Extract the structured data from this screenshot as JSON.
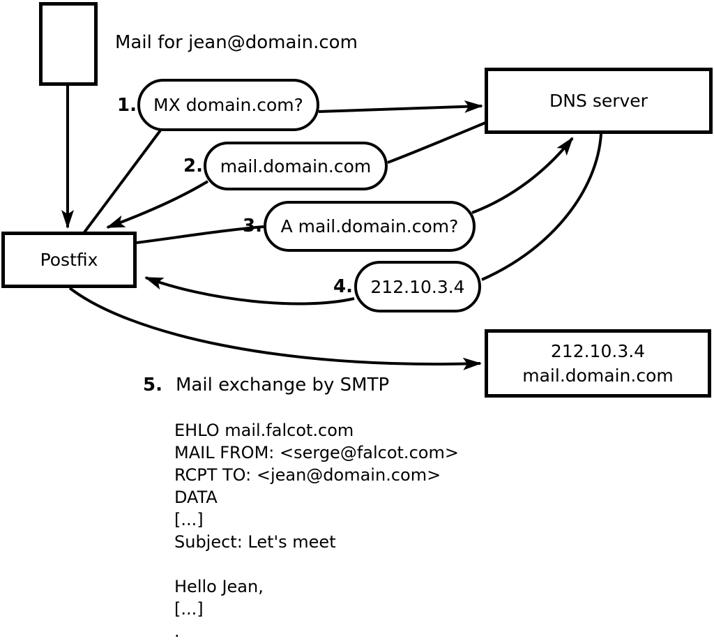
{
  "title_label": "Mail for jean@domain.com",
  "nodes": {
    "postfix": "Postfix",
    "dns_server": "DNS server",
    "mail_server_line1": "212.10.3.4",
    "mail_server_line2": "mail.domain.com"
  },
  "steps": [
    {
      "number": "1.",
      "label": "MX domain.com?"
    },
    {
      "number": "2.",
      "label": "mail.domain.com"
    },
    {
      "number": "3.",
      "label": "A mail.domain.com?"
    },
    {
      "number": "4.",
      "label": "212.10.3.4"
    },
    {
      "number": "5.",
      "label": "Mail exchange by SMTP"
    }
  ],
  "smtp_session": {
    "lines": [
      "EHLO mail.falcot.com",
      "MAIL FROM: <serge@falcot.com>",
      "RCPT TO: <jean@domain.com>",
      "DATA",
      "[...]",
      "Subject: Let's meet",
      "",
      "Hello Jean,",
      "[...]",
      "."
    ]
  },
  "colors": {
    "stroke": "#000000",
    "background": "#ffffff"
  }
}
